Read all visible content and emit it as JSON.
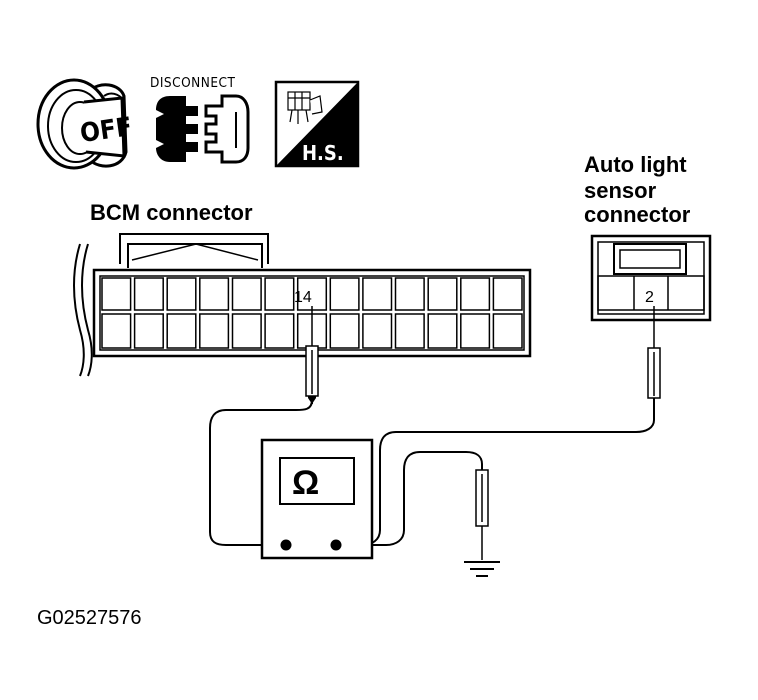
{
  "icons": {
    "ignition": {
      "name": "ignition-key-off-icon",
      "text": "OFF"
    },
    "disconnect": {
      "name": "disconnect-connector-icon",
      "text": "DISCONNECT"
    },
    "harness_side": {
      "name": "harness-side-icon",
      "text": "H.S."
    }
  },
  "bcm_connector": {
    "label": "BCM connector",
    "terminal": "14"
  },
  "sensor_connector": {
    "label_lines": [
      "Auto light",
      "sensor",
      "connector"
    ],
    "terminal": "2"
  },
  "meter": {
    "symbol": "Ω"
  },
  "figure_id": "G02527576"
}
